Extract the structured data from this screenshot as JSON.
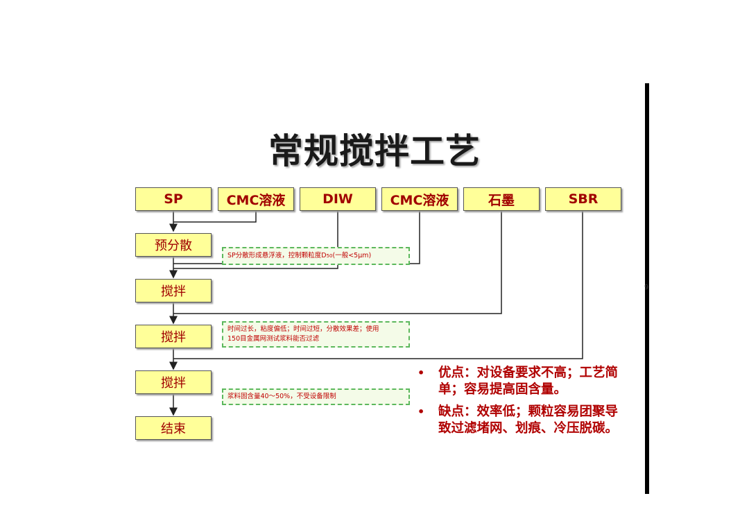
{
  "title": "常规搅拌工艺",
  "page_number": "9",
  "materials": [
    "SP",
    "CMC溶液",
    "DIW",
    "CMC溶液",
    "石墨",
    "SBR"
  ],
  "steps": [
    "预分散",
    "搅拌",
    "搅拌",
    "搅拌",
    "结束"
  ],
  "notes": {
    "predisperse_prefix": "SP分散形成悬浮液，控制颗粒度D",
    "predisperse_sub": "50",
    "predisperse_suffix": "(一般<5μm)",
    "mixing_line1": "时间过长，粘度偏低；时间过短，分散效果差；使用",
    "mixing_line2": "150目金属网测试浆料能否过滤",
    "solid": "浆料固含量40～50%，不受设备限制"
  },
  "bullet_symbol": "•",
  "points": [
    "优点：对设备要求不高；工艺简单；容易提高固含量。",
    "缺点：效率低；颗粒容易团聚导致过滤堵网、划痕、冷压脱碳。"
  ],
  "colors": {
    "box_fill": "#ffff99",
    "box_text": "#a00000",
    "note_border": "#5cb85c",
    "note_text": "#c00000",
    "points_text": "#b00000"
  }
}
